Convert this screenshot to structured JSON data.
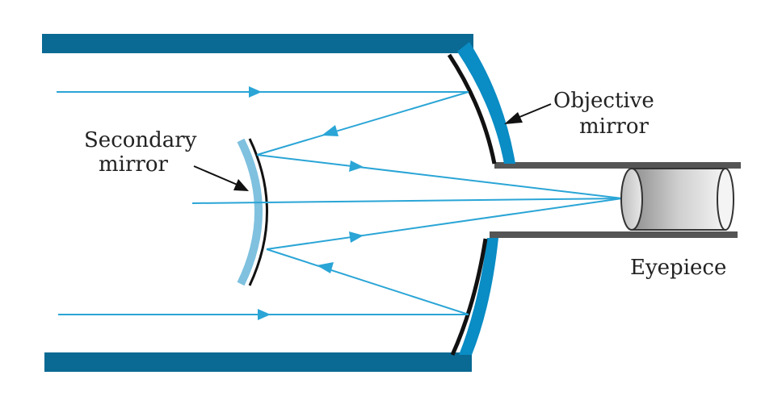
{
  "labels": {
    "objective_line1": "Objective",
    "objective_line2": "mirror",
    "secondary_line1": "Secondary",
    "secondary_line2": "mirror",
    "eyepiece": "Eyepiece"
  },
  "colors": {
    "tube": "#0a6a93",
    "objective_mirror": "#0a8cc4",
    "mirror_backing": "#111111",
    "secondary_mirror": "#7fc1df",
    "ray": "#2aa5d6",
    "eyepiece_tube": "#555555",
    "pointer": "#111111"
  }
}
